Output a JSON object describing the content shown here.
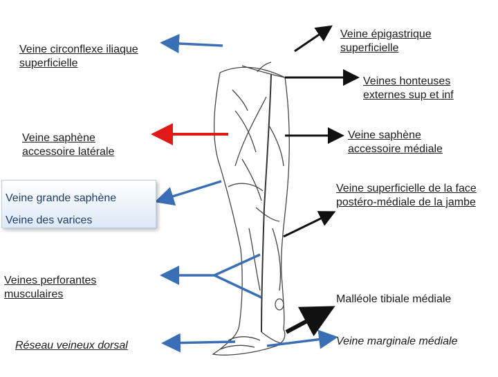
{
  "labels": {
    "circonflexe": "Veine circonflexe iliaque superficielle",
    "epigastrique": "Veine épigastrique superficielle",
    "honteuses": "Veines honteuses externes sup et inf",
    "saphene_laterale": "Veine saphène accessoire latérale",
    "saphene_mediale": "Veine saphène accessoire médiale",
    "grande_saphene": "Veine grande saphène",
    "varices": "Veine des varices",
    "postero_mediale": "Veine superficielle de la face postéro-médiale de la jambe",
    "perforantes": "Veines perforantes musculaires",
    "malleole": "Malléole tibiale médiale",
    "reseau_dorsal": "Réseau veineux dorsal",
    "marginale": "Veine marginale médiale"
  },
  "colors": {
    "blue_arrow": "#3a6fb5",
    "red_arrow": "#e01818",
    "black_arrow": "#111111",
    "box_text": "#1f3d66"
  }
}
